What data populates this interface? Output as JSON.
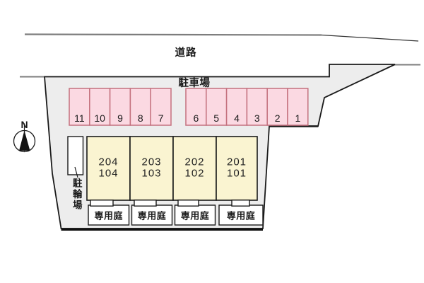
{
  "road": {
    "label": "道路"
  },
  "parking_lot": {
    "label": "駐車場",
    "groups": [
      {
        "stalls": [
          "11",
          "10",
          "9",
          "8",
          "7"
        ]
      },
      {
        "stalls": [
          "6",
          "5",
          "4",
          "3",
          "2",
          "1"
        ]
      }
    ]
  },
  "building": {
    "units": [
      {
        "upper": "204",
        "lower": "104"
      },
      {
        "upper": "203",
        "lower": "103"
      },
      {
        "upper": "202",
        "lower": "102"
      },
      {
        "upper": "201",
        "lower": "101"
      }
    ]
  },
  "private_gardens": {
    "label": "専用庭",
    "count": 4
  },
  "bicycle_parking": {
    "label": "駐輪場"
  },
  "compass": {
    "north_label": "N"
  },
  "colors": {
    "background": "#ffffff",
    "site_fill": "#ededed",
    "outline": "#1a1a1a",
    "road_line": "#7d7d7d",
    "parking_fill": "#fbd9e2",
    "parking_border": "#c4717e",
    "building_fill": "#faf4d1",
    "white_box": "#ffffff"
  }
}
